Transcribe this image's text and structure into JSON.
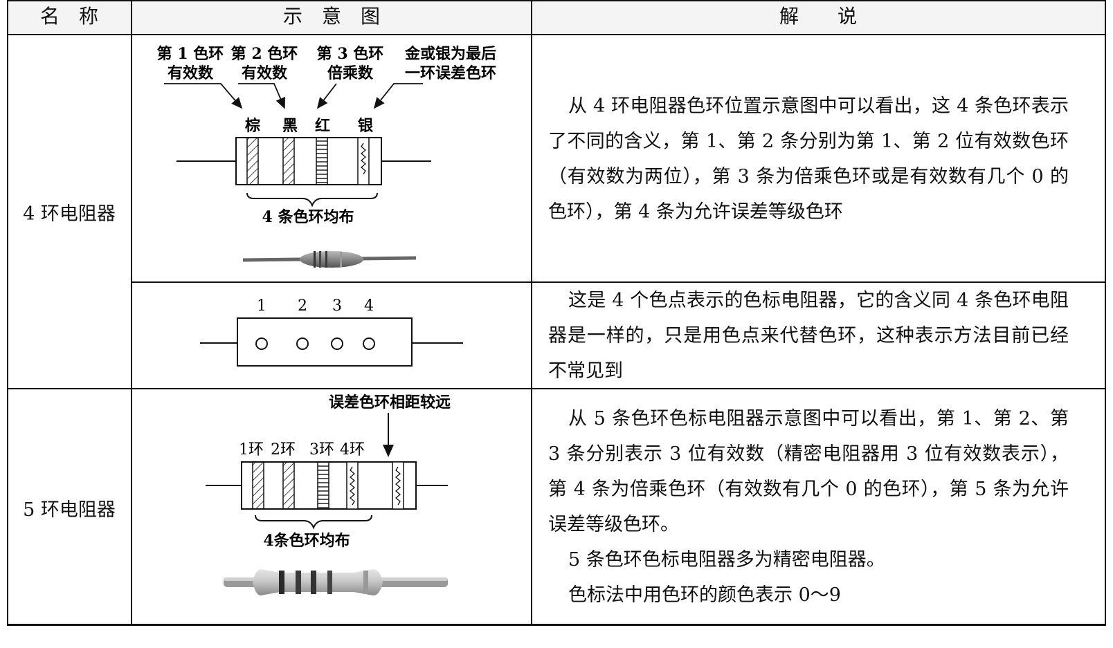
{
  "headers": {
    "name": "名　称",
    "diagram": "示　意　图",
    "explain": "解　　说"
  },
  "rows": [
    {
      "name": "4 环电阻器",
      "labels": {
        "band1": [
          "第 1 色环",
          "有效数"
        ],
        "band2": [
          "第 2 色环",
          "有效数"
        ],
        "band3": [
          "第 3 色环",
          "倍乘数"
        ],
        "band4": [
          "金或银为最后",
          "一环误差色环"
        ],
        "colors": [
          "棕",
          "黑",
          "红",
          "银"
        ],
        "bracket": "4 条色环均布"
      },
      "explain": [
        "从 4 环电阻器色环位置示意图中可以看出，这 4 条色环表示了不同的含义，第 1、第 2 条分别为第 1、第 2 位有效数色环（有效数为两位），第 3 条为倍乘色环或是有效数有几个 0 的色环），第 4 条为允许误差等级色环"
      ]
    },
    {
      "dots": [
        "1",
        "2",
        "3",
        "4"
      ],
      "explain": [
        "这是 4 个色点表示的色标电阻器，它的含义同 4 条色环电阻器是一样的，只是用色点来代替色环，这种表示方法目前已经不常见到"
      ]
    },
    {
      "name": "5 环电阻器",
      "labels": {
        "tolerance": "误差色环相距较远",
        "rings": [
          "1环",
          "2环",
          "3环",
          "4环"
        ],
        "bracket": "4条色环均布"
      },
      "explain": [
        "从 5 条色环色标电阻器示意图中可以看出，第 1、第 2、第 3 条分别表示 3 位有效数（精密电阻器用 3 位有效数表示），第 4 条为倍乘色环（有效数有几个 0 的色环），第 5 条为允许误差等级色环。",
        "5 条色环色标电阻器多为精密电阻器。",
        "色标法中用色环的颜色表示 0～9"
      ]
    }
  ]
}
